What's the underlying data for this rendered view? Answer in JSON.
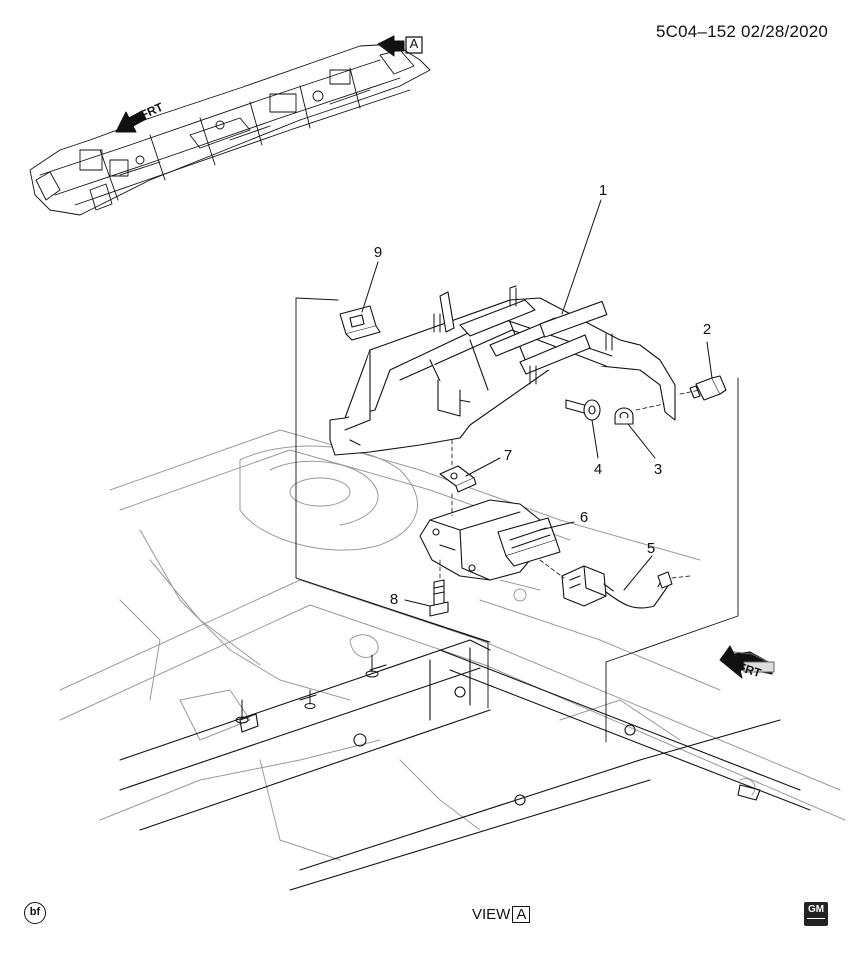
{
  "header": {
    "doc_id": "5C04–152  02/28/2020"
  },
  "overview": {
    "view_marker": "A",
    "direction_label": "FRT"
  },
  "callouts": [
    {
      "number": "1"
    },
    {
      "number": "2"
    },
    {
      "number": "3"
    },
    {
      "number": "4"
    },
    {
      "number": "5"
    },
    {
      "number": "6"
    },
    {
      "number": "7"
    },
    {
      "number": "8"
    },
    {
      "number": "9"
    }
  ],
  "main_view": {
    "direction_label": "FRT"
  },
  "footer": {
    "view_text": "VIEW",
    "view_marker": "A",
    "bf_badge": "bf",
    "logo_text": "GM"
  }
}
